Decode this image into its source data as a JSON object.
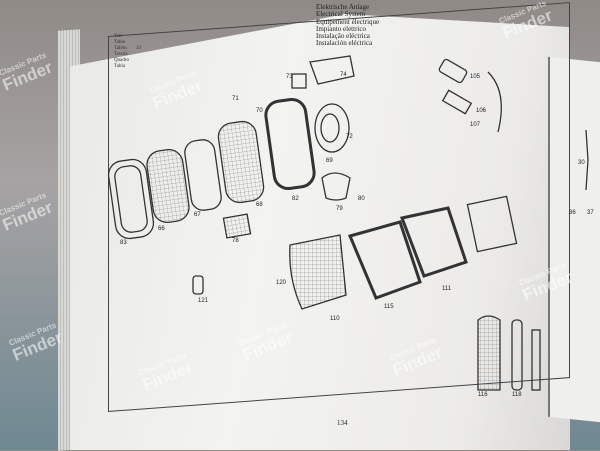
{
  "header": {
    "lines": [
      "Elektrische Anlage",
      "Electrical System",
      "Equipement électrique",
      "Impianto elettrico",
      "Instalação eléctrica",
      "Instalación eléctrica"
    ],
    "left_labels": [
      "Teil",
      "Table",
      "Tafeln",
      "Tavola",
      "Quadro",
      "Tabla"
    ],
    "section_number": "33"
  },
  "page_number": "134",
  "part_numbers": [
    "83",
    "66",
    "67",
    "68",
    "71",
    "70",
    "73",
    "74",
    "69",
    "72",
    "82",
    "79",
    "80",
    "78",
    "121",
    "120",
    "110",
    "115",
    "111",
    "105",
    "106",
    "107",
    "30",
    "36",
    "37",
    "116",
    "118"
  ],
  "watermark": {
    "small": "Classic Parts",
    "big": "Finder"
  }
}
